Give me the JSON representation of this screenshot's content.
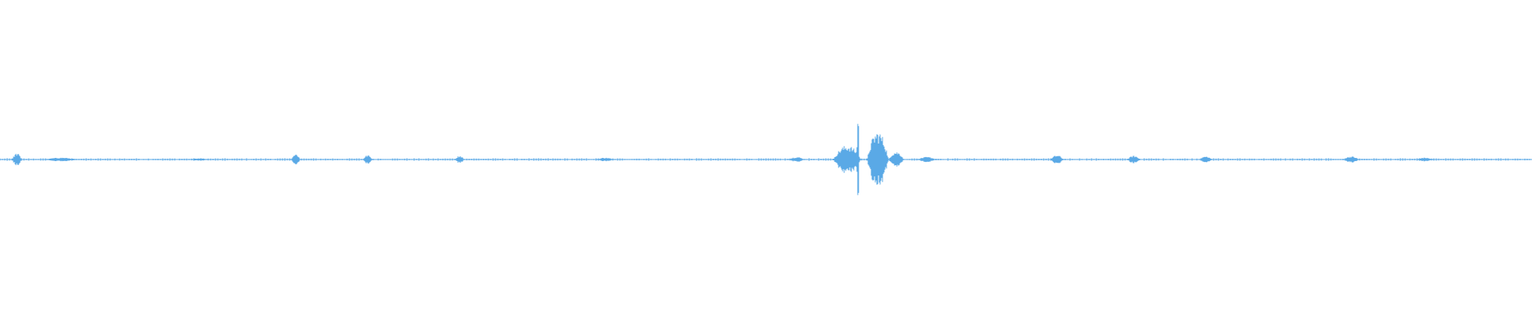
{
  "waveform": {
    "color": "#5aa9e6",
    "baseline_color": "#5aa9e6",
    "segments": [
      {
        "center": 0.011,
        "width": 0.006,
        "amp": 0.02
      },
      {
        "center": 0.04,
        "width": 0.02,
        "amp": 0.006
      },
      {
        "center": 0.13,
        "width": 0.01,
        "amp": 0.004
      },
      {
        "center": 0.193,
        "width": 0.006,
        "amp": 0.018
      },
      {
        "center": 0.24,
        "width": 0.006,
        "amp": 0.014
      },
      {
        "center": 0.3,
        "width": 0.006,
        "amp": 0.012
      },
      {
        "center": 0.395,
        "width": 0.01,
        "amp": 0.006
      },
      {
        "center": 0.52,
        "width": 0.01,
        "amp": 0.008
      },
      {
        "center": 0.553,
        "width": 0.018,
        "amp": 0.045
      },
      {
        "center": 0.56,
        "width": 0.0015,
        "amp": 0.2
      },
      {
        "center": 0.573,
        "width": 0.014,
        "amp": 0.09
      },
      {
        "center": 0.585,
        "width": 0.01,
        "amp": 0.025
      },
      {
        "center": 0.605,
        "width": 0.012,
        "amp": 0.008
      },
      {
        "center": 0.69,
        "width": 0.008,
        "amp": 0.014
      },
      {
        "center": 0.74,
        "width": 0.008,
        "amp": 0.012
      },
      {
        "center": 0.787,
        "width": 0.008,
        "amp": 0.01
      },
      {
        "center": 0.882,
        "width": 0.01,
        "amp": 0.01
      },
      {
        "center": 0.93,
        "width": 0.01,
        "amp": 0.006
      }
    ]
  }
}
